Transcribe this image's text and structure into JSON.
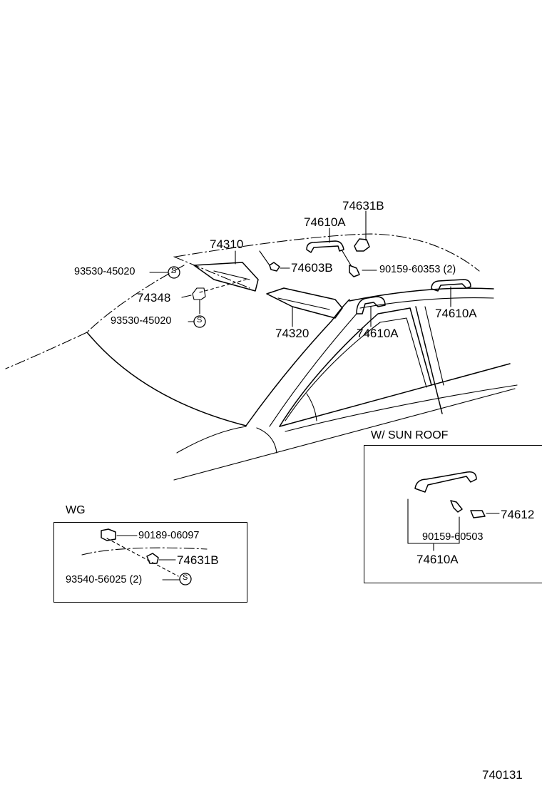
{
  "labels": {
    "p74631B_top": "74631B",
    "p74610A_top": "74610A",
    "p74310": "74310",
    "p74603B": "74603B",
    "p90159_60353": "90159-60353 (2)",
    "p93530_45020_a": "93530-45020",
    "p74348": "74348",
    "p93530_45020_b": "93530-45020",
    "p74320": "74320",
    "p74610A_mid": "74610A",
    "p74610A_right": "74610A"
  },
  "sections": {
    "sunroof": {
      "title": "W/ SUN ROOF",
      "p74612": "74612",
      "p90159_60503": "90159-60503",
      "p74610A": "74610A"
    },
    "wg": {
      "title": "WG",
      "p90189_06097": "90189-06097",
      "p74631B": "74631B",
      "p93540_56025": "93540-56025 (2)"
    }
  },
  "symbols": {
    "s_mark": "S"
  },
  "figure_id": "740131"
}
